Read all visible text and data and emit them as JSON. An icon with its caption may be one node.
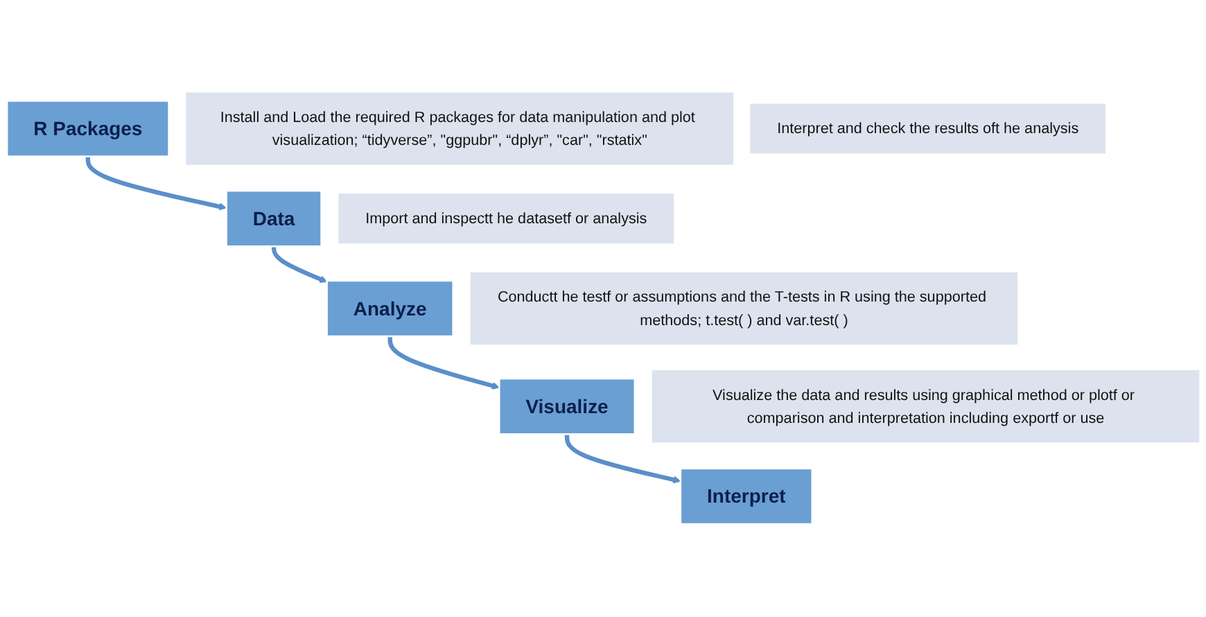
{
  "diagram": {
    "nodes": [
      {
        "text": [
          "R Packages"
        ]
      },
      {
        "text": [
          "Install and Load the required R packages for data manipulation and plot visualization; “tidyverse”, \"ggpubr\", “dplyr”, \"car\", \"rstatix\""
        ]
      },
      {
        "text": [
          "Data"
        ]
      },
      {
        "text": [
          "Import and inspectt he datasetf or analysis"
        ]
      },
      {
        "text": [
          "Analyze"
        ]
      },
      {
        "text": [
          "Conductt he testf or assumptions and the T-tests in R using the supported methods; t.test( ) and var.test( )"
        ]
      },
      {
        "text": [
          "Visualize"
        ]
      },
      {
        "text": [
          "Visualize the data and results using graphical method or plotf or comparison and interpretation including exportf or use"
        ]
      },
      {
        "text": [
          "Interpret"
        ]
      },
      {
        "text": [
          "Interpret and check the results oft he analysis"
        ]
      }
    ],
    "edges": [
      {
        "from": 0,
        "to": 2,
        "arrow": "to"
      },
      {
        "from": 2,
        "to": 4,
        "arrow": "to"
      },
      {
        "from": 4,
        "to": 6,
        "arrow": "to"
      },
      {
        "from": 6,
        "to": 8,
        "arrow": "to"
      }
    ]
  }
}
